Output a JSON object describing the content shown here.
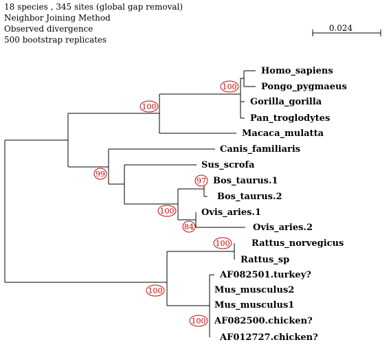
{
  "header": {
    "line1": "18 species , 345 sites (global gap removal)",
    "line2": "Neighbor Joining Method",
    "line3": "Observed divergence",
    "line4": "500 bootstrap replicates"
  },
  "scale_bar": {
    "label": "0.024"
  },
  "taxa": [
    "Homo_sapiens",
    "Pongo_pygmaeus",
    "Gorilla_gorilla",
    "Pan_troglodytes",
    "Macaca_mulatta",
    "Canis_familiaris",
    "Sus_scrofa",
    "Bos_taurus.1",
    "Bos_taurus.2",
    "Ovis_aries.1",
    "Ovis_aries.2",
    "Rattus_norvegicus",
    "Rattus_sp",
    "AF082501.turkey?",
    "Mus_musculus2",
    "Mus_musculus1",
    "AF082500.chicken?",
    "AF012727.chicken?"
  ],
  "bootstrap": [
    "100",
    "100",
    "99",
    "97",
    "100",
    "84",
    "100",
    "100",
    "100"
  ],
  "colors": {
    "line": "#000000",
    "bootstrap": "#cc0000"
  }
}
